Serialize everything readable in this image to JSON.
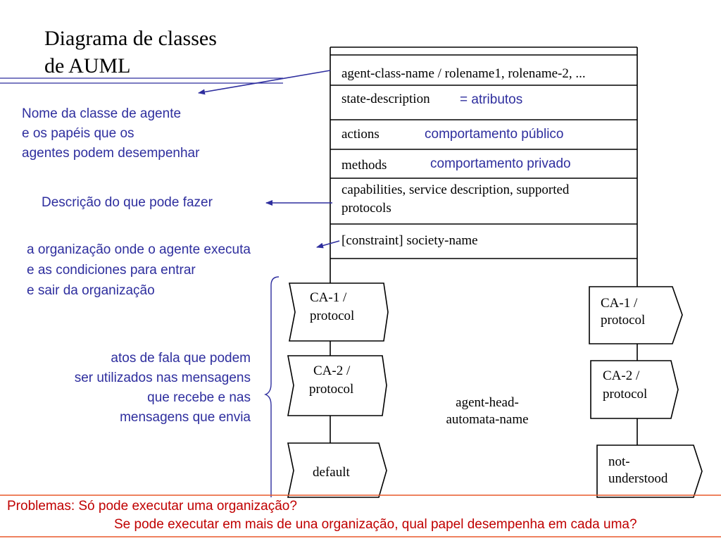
{
  "title": {
    "line1": "Diagrama de classes",
    "line2": "de AUML"
  },
  "class_box": {
    "agent_class_name": "agent-class-name / rolename1, rolename-2, ...",
    "state_description": "state-description",
    "actions": "actions",
    "methods": "methods",
    "capabilities_line1": "capabilities, service description, supported",
    "capabilities_line2": "protocols",
    "constraint": "[constraint] society-name",
    "automata_line1": "agent-head-",
    "automata_line2": "automata-name"
  },
  "inline_notes": {
    "atributos": "= atributos",
    "publico": "comportamento público",
    "privado": "comportamento privado"
  },
  "annotations": {
    "nome": [
      "Nome da classe de agente",
      "e os papéis que os",
      "agentes podem desempenhar"
    ],
    "descricao": "Descrição  do que pode fazer",
    "organizacao": [
      "a organização onde o agente executa",
      "e as condiciones para entrar",
      "e sair da organização"
    ],
    "atos": [
      "atos de fala que podem",
      "ser utilizados nas mensagens",
      "que recebe e nas",
      "mensagens que envia"
    ]
  },
  "left_protocols": [
    {
      "line1": "CA-1 /",
      "line2": "protocol"
    },
    {
      "line1": "CA-2 /",
      "line2": "protocol"
    },
    {
      "line1": "default",
      "line2": ""
    }
  ],
  "right_protocols": [
    {
      "line1": "CA-1 /",
      "line2": "protocol"
    },
    {
      "line1": "CA-2 /",
      "line2": "protocol"
    },
    {
      "line1": "not-",
      "line2": "understood"
    }
  ],
  "footer": {
    "line1": "Problemas: Só pode executar uma organização?",
    "line2": "Se pode executar em mais de una organização, qual papel desempenha em cada uma?"
  },
  "colors": {
    "annotation": "#2e2e9e",
    "footer": "#c00000",
    "footer_rule": "#e8582a",
    "title_rule": "#2e2e9e"
  }
}
